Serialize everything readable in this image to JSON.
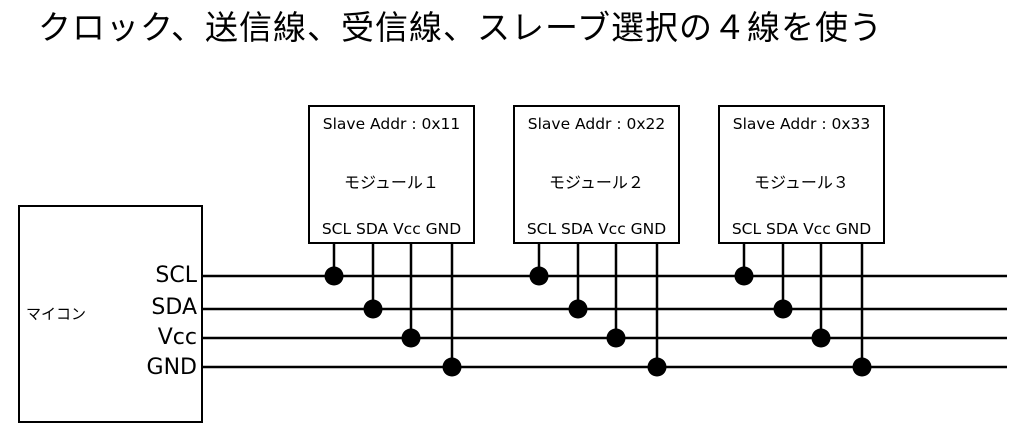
{
  "title": "クロック、送信線、受信線、スレーブ選択の４線を使う",
  "mcu": {
    "name": "マイコン",
    "pins": [
      "SCL",
      "SDA",
      "Vcc",
      "GND"
    ]
  },
  "bus_lines": [
    "SCL",
    "SDA",
    "Vcc",
    "GND"
  ],
  "modules": [
    {
      "address": "Slave Addr : 0x11",
      "name": "モジュール１",
      "pins": "SCL SDA Vcc GND"
    },
    {
      "address": "Slave Addr : 0x22",
      "name": "モジュール２",
      "pins": "SCL SDA Vcc GND"
    },
    {
      "address": "Slave Addr : 0x33",
      "name": "モジュール３",
      "pins": "SCL SDA Vcc GND"
    }
  ],
  "colors": {
    "line": "#000000",
    "background": "#ffffff"
  }
}
